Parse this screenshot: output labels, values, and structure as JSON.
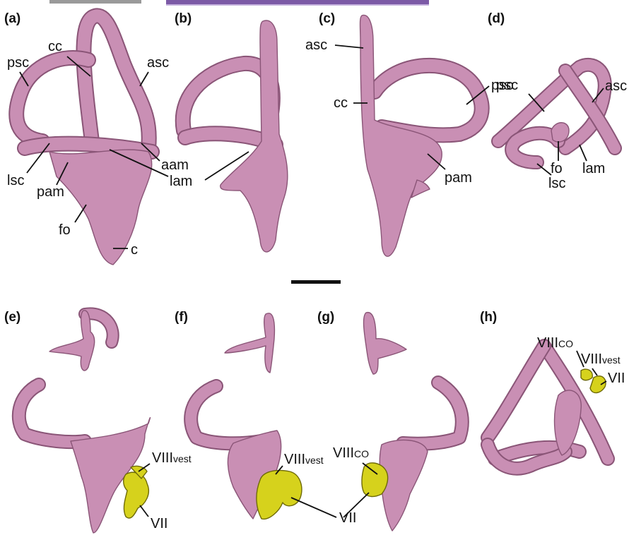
{
  "panels": {
    "a": {
      "label": "(a)",
      "psc": "psc",
      "cc": "cc",
      "asc": "asc",
      "aam": "aam",
      "lsc": "lsc",
      "pam": "pam",
      "lam": "lam",
      "fo": "fo",
      "c": "c"
    },
    "b": {
      "label": "(b)"
    },
    "c": {
      "label": "(c)",
      "asc": "asc",
      "cc": "cc",
      "psc": "psc",
      "pam": "pam"
    },
    "d": {
      "label": "(d)",
      "asc": "asc",
      "psc": "psc",
      "fo": "fo",
      "lam": "lam",
      "lsc": "lsc"
    },
    "e": {
      "label": "(e)",
      "viii_main": "VIII",
      "viii_sub": "vest",
      "vii": "VII"
    },
    "f": {
      "label": "(f)",
      "viii_main": "VIII",
      "viii_sub": "vest",
      "vii": "VII"
    },
    "g": {
      "label": "(g)",
      "viii_main": "VIII",
      "viii_sub": "CO"
    },
    "h": {
      "label": "(h)",
      "viiico_main": "VIII",
      "viiico_sub": "CO",
      "viiivest_main": "VIII",
      "viiivest_sub": "vest",
      "vii": "VII"
    }
  },
  "colors": {
    "bony_labyrinth": "#c98fb4",
    "nerves": "#d6d21c"
  }
}
